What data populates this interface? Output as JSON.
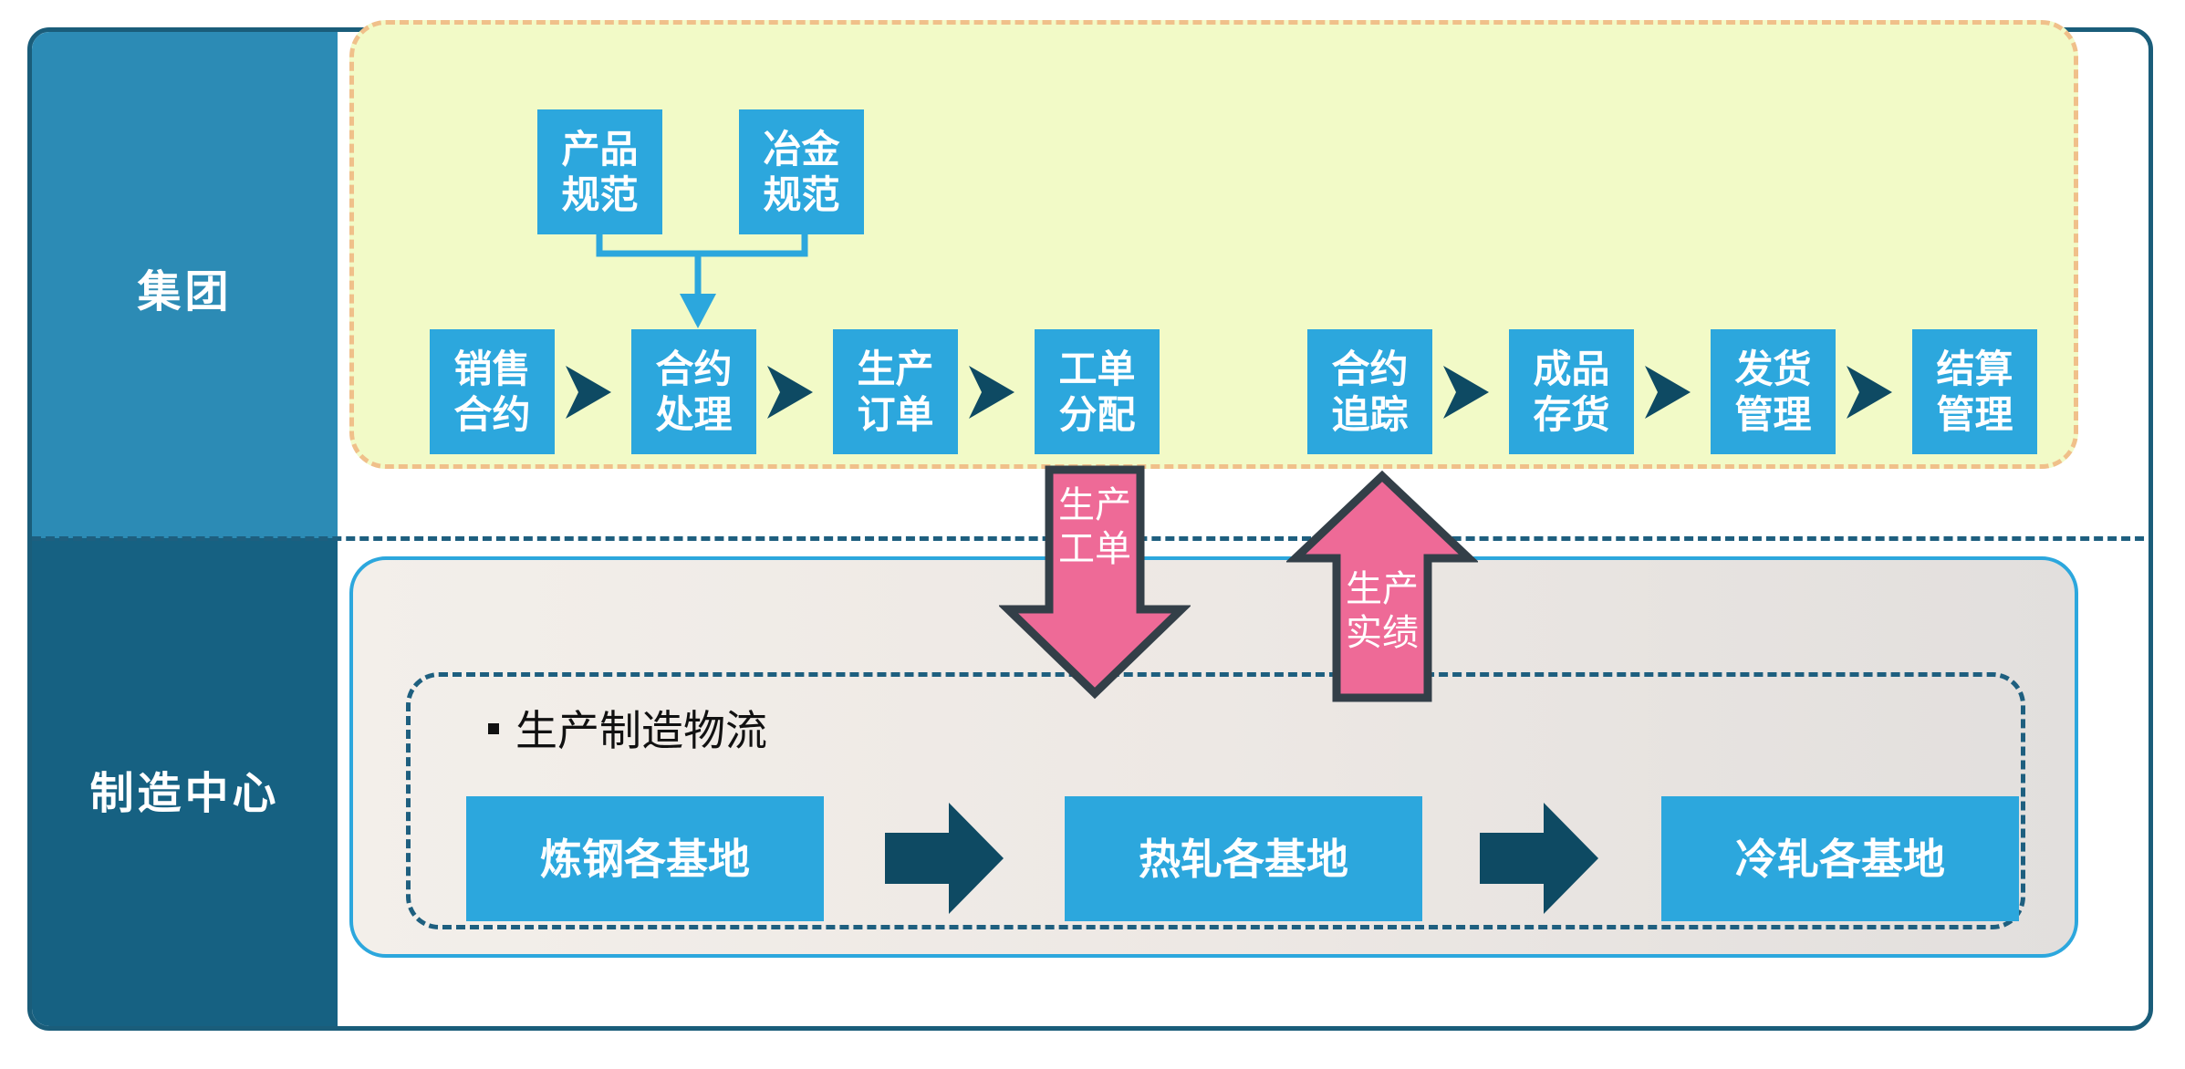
{
  "lanes": {
    "group_label": "集团",
    "manufacturing_label": "制造中心"
  },
  "specs": {
    "product_spec": "产品\n规范",
    "metallurgy_spec": "冶金\n规范"
  },
  "group_flow": [
    "销售\n合约",
    "合约\n处理",
    "生产\n订单",
    "工单\n分配",
    "合约\n追踪",
    "成品\n存货",
    "发货\n管理",
    "结算\n管理"
  ],
  "exchange": {
    "down_label": "生产\n工单",
    "up_label": "生产\n实绩"
  },
  "manufacturing": {
    "title": "生产制造物流",
    "steps": [
      "炼钢各基地",
      "热轧各基地",
      "冷轧各基地"
    ]
  },
  "colors": {
    "box_blue": "#2ca7dd",
    "lane_top": "#2c8bb5",
    "lane_bottom": "#166182",
    "arrow_pink": "#ee6a97",
    "arrow_dark": "#0e4a63"
  }
}
